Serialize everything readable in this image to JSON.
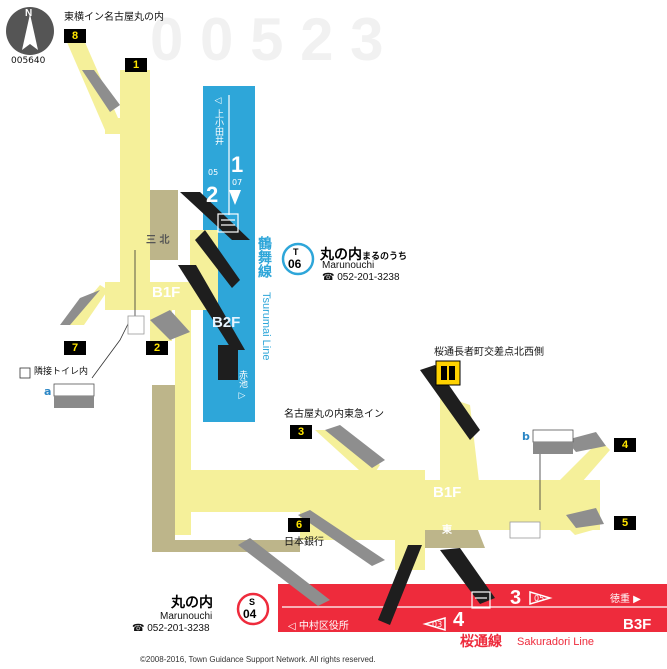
{
  "map_id": "005640",
  "compass": "N",
  "exits": [
    {
      "id": "exit-8",
      "number": "8"
    },
    {
      "id": "exit-1",
      "number": "1"
    },
    {
      "id": "exit-7",
      "number": "7"
    },
    {
      "id": "exit-2",
      "number": "2"
    },
    {
      "id": "exit-3",
      "number": "3"
    },
    {
      "id": "exit-6",
      "number": "6"
    },
    {
      "id": "exit-4",
      "number": "4"
    },
    {
      "id": "exit-5",
      "number": "5"
    }
  ],
  "labels": {
    "exit8_place": "東横イン名古屋丸の内",
    "neighbor_toilet": "隣接トイレ内",
    "meitetsu_inn": "名古屋丸の内東急イン",
    "boj": "日本銀行",
    "sakuradori_corner": "桜通長者町交差点北西側",
    "north_marker": "三 北",
    "east_marker": "東"
  },
  "facility_groups": {
    "a": "a",
    "b": "b"
  },
  "floors": {
    "b1f_upper": "B1F",
    "b2f": "B2F",
    "b1f_lower": "B1F",
    "b3f": "B3F"
  },
  "tsurumai": {
    "code_letter": "T",
    "code_number": "06",
    "station_name": "丸の内",
    "station_kana": "まるのうち",
    "station_romaji": "Marunouchi",
    "phone": "☎ 052-201-3238",
    "line_name_jp": "鶴舞線",
    "line_name_en": "Tsurumai Line",
    "platform1": "1",
    "platform2": "2",
    "dir_north": "◁ 上小田井",
    "dir_north_code": "05",
    "dir_south_code": "07",
    "dir_south": "赤池 ▷"
  },
  "sakuradori": {
    "code_letter": "S",
    "code_number": "04",
    "station_name": "丸の内",
    "station_romaji": "Marunouchi",
    "phone": "☎ 052-201-3238",
    "line_name_jp": "桜通線",
    "line_name_en": "Sakuradori Line",
    "platform3": "3",
    "platform4": "4",
    "dir_east": "徳重 ▶",
    "dir_east_code": "05",
    "dir_west": "◁ 中村区役所",
    "dir_west_code": "03"
  },
  "copyright": "©2008-2016, Town Guidance Support Network. All rights reserved.",
  "colors": {
    "passage": "#f5f09a",
    "tsurumai": "#2ea6d9",
    "sakuradori": "#ee2b3c",
    "exit": "#ffe500",
    "stair": "#1e1e1e"
  }
}
